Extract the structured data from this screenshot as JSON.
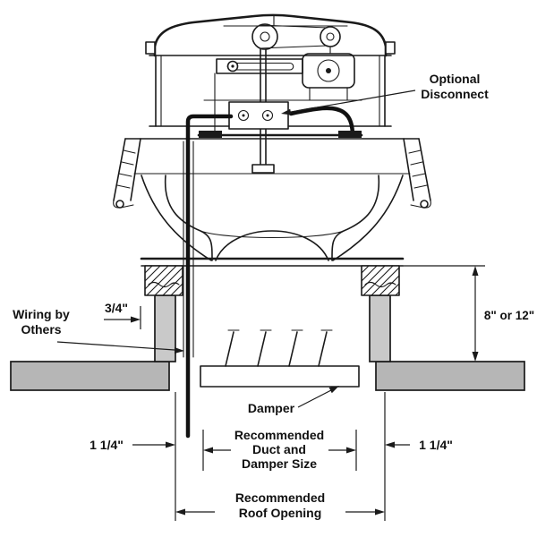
{
  "labels": {
    "optional_disconnect_1": "Optional",
    "optional_disconnect_2": "Disconnect",
    "wiring_by_others_1": "Wiring by",
    "wiring_by_others_2": "Others",
    "damper": "Damper",
    "duct_size_1": "Recommended",
    "duct_size_2": "Duct and",
    "duct_size_3": "Damper Size",
    "roof_opening_1": "Recommended",
    "roof_opening_2": "Roof Opening"
  },
  "dimensions": {
    "flange_gap": "3/4\"",
    "curb_height": "8\" or 12\"",
    "gap_left": "1 1/4\"",
    "gap_right": "1 1/4\""
  },
  "colors": {
    "line": "#1a1a1a",
    "roof_fill": "#b6b6b6",
    "curb_fill": "#c9c9c9",
    "background": "#ffffff"
  }
}
